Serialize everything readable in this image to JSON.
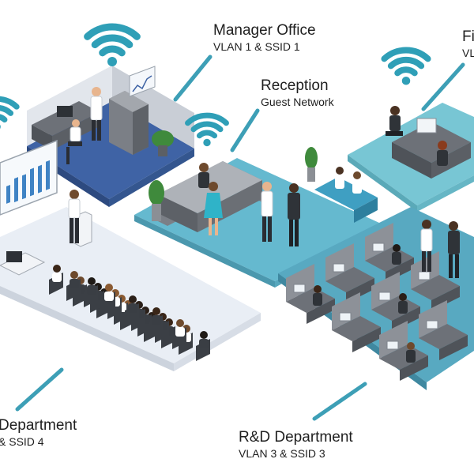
{
  "zones": {
    "manager": {
      "title": "Manager Office",
      "subtitle": "VLAN 1 & SSID 1"
    },
    "reception": {
      "title": "Reception",
      "subtitle": "Guest Network"
    },
    "finance": {
      "title": "Fi",
      "subtitle": "VL"
    },
    "training": {
      "title": "Department",
      "subtitle": "& SSID 4"
    },
    "rnd": {
      "title": "R&D Department",
      "subtitle": "VLAN 3 & SSID 3"
    }
  },
  "colors": {
    "connector": "#3d9fb6",
    "wifi": "#2f9fb7",
    "manager_floor": "#3f63a5",
    "reception_floor": "#65b9cf",
    "finance_floor": "#78c6d4",
    "rnd_floor": "#58a9c1",
    "training_floor": "#e9eef5"
  }
}
